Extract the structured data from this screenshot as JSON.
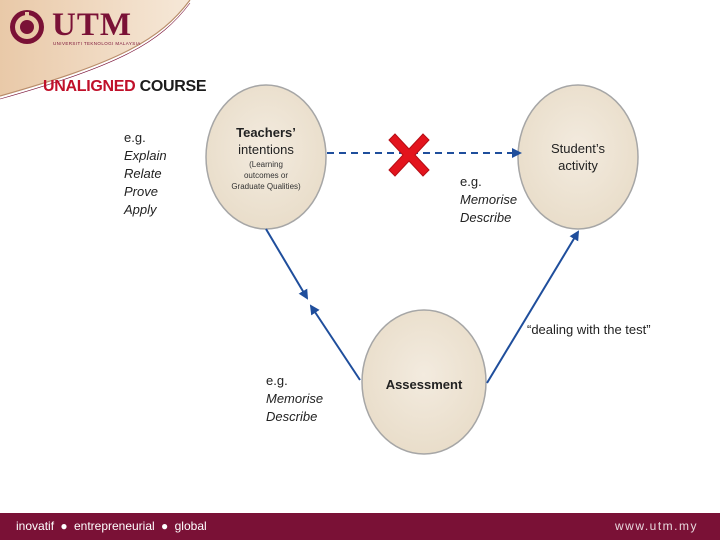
{
  "header": {
    "logo_text": "UTM",
    "logo_subtitle": "UNIVERSITI TEKNOLOGI MALAYSIA",
    "title_accent": "UNALIGNED",
    "title_rest": " COURSE"
  },
  "diagram": {
    "teachers": {
      "title_line1": "Teachers’",
      "title_line2": "intentions",
      "sub_line1": "(Learning",
      "sub_line2": "outcomes or",
      "sub_line3": "Graduate Qualities)"
    },
    "student": {
      "title_line1": "Student’s",
      "title_line2": "activity"
    },
    "assessment": {
      "title": "Assessment"
    },
    "examples_left": {
      "heading": "e.g.",
      "items": [
        "Explain",
        "Relate",
        "Prove",
        "Apply"
      ]
    },
    "examples_right": {
      "heading": "e.g.",
      "items": [
        "Memorise",
        "Describe"
      ]
    },
    "examples_bottom": {
      "heading": "e.g.",
      "items": [
        "Memorise",
        "Describe"
      ]
    },
    "test_label": "“dealing with the test”",
    "cross_icon": "red-x-icon",
    "colors": {
      "node_fill": "#efe6d8",
      "node_stroke": "#9a9a9a",
      "arrow": "#1f4e9c",
      "cross": "#e3141d"
    }
  },
  "footer": {
    "tag1": "inovatif",
    "tag2": "entrepreneurial",
    "tag3": "global",
    "separator": "●",
    "url": "www.utm.my",
    "color": "#7a1136"
  }
}
